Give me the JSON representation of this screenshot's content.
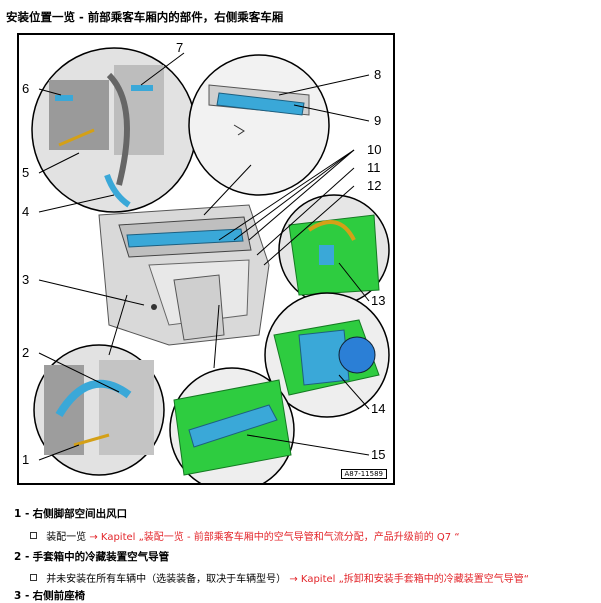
{
  "page_title": "安装位置一览 - 前部乘客车厢内的部件，右侧乘客车厢",
  "figure": {
    "id": "A87-11589",
    "callouts": [
      "1",
      "2",
      "3",
      "4",
      "5",
      "6",
      "7",
      "8",
      "9",
      "10",
      "11",
      "12",
      "13",
      "14",
      "15"
    ]
  },
  "items": [
    {
      "num": "1 -",
      "title": "右侧脚部空间出风口",
      "sub": {
        "text": "装配一览",
        "link": "→ Kapitel „装配一览 - 前部乘客车厢中的空气导管和气流分配，产品升级前的 Q7 “"
      }
    },
    {
      "num": "2 -",
      "title": "手套箱中的冷藏装置空气导管",
      "sub": {
        "text": "并未安装在所有车辆中（选装装备，取决于车辆型号）",
        "link": "→ Kapitel „拆卸和安装手套箱中的冷藏装置空气导管“"
      }
    },
    {
      "num": "3 -",
      "title": "右侧前座椅"
    }
  ],
  "colors": {
    "link_red": "#e3262b",
    "part_blue": "#3aa8d8",
    "part_green": "#2ecc40"
  }
}
